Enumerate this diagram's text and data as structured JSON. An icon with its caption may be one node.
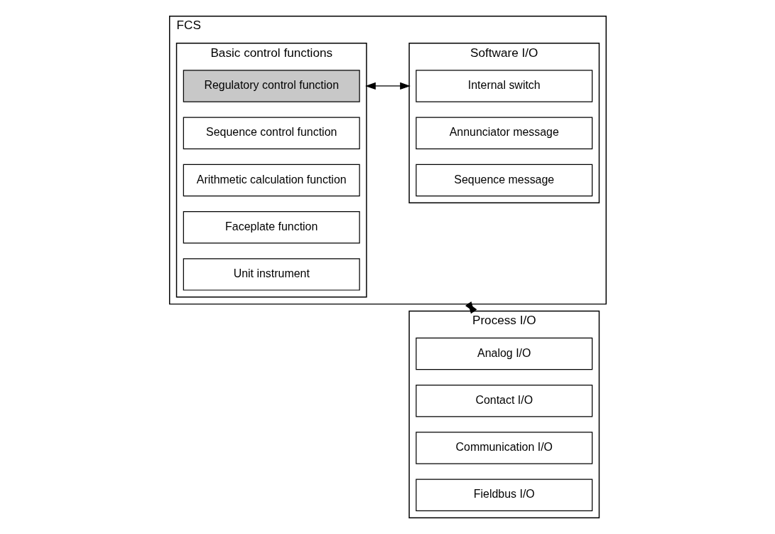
{
  "diagram": {
    "nodes": [
      {
        "text": [
          "FCS"
        ]
      },
      {
        "text": [
          "Basic control functions"
        ],
        "in": 0
      },
      {
        "text": [
          "Regulatory control function"
        ],
        "in": 1
      },
      {
        "text": [
          "Sequence control function"
        ],
        "in": 1
      },
      {
        "text": [
          "Arithmetic calculation function"
        ],
        "in": 1
      },
      {
        "text": [
          "Faceplate function"
        ],
        "in": 1
      },
      {
        "text": [
          "Unit instrument"
        ],
        "in": 1
      },
      {
        "text": [
          "Software I/O"
        ],
        "in": 0
      },
      {
        "text": [
          "Internal switch"
        ],
        "in": 7
      },
      {
        "text": [
          "Annunciator message"
        ],
        "in": 7
      },
      {
        "text": [
          "Sequence message"
        ],
        "in": 7
      },
      {
        "text": [
          "Process I/O"
        ]
      },
      {
        "text": [
          "Analog I/O"
        ],
        "in": 11
      },
      {
        "text": [
          "Contact I/O"
        ],
        "in": 11
      },
      {
        "text": [
          "Communication I/O"
        ],
        "in": 11
      },
      {
        "text": [
          "Fieldbus I/O"
        ],
        "in": 11
      }
    ],
    "edges": [
      {
        "from": 1,
        "to": 7,
        "arrow": "both"
      },
      {
        "from": 0,
        "to": 11,
        "arrow": "both"
      }
    ]
  }
}
